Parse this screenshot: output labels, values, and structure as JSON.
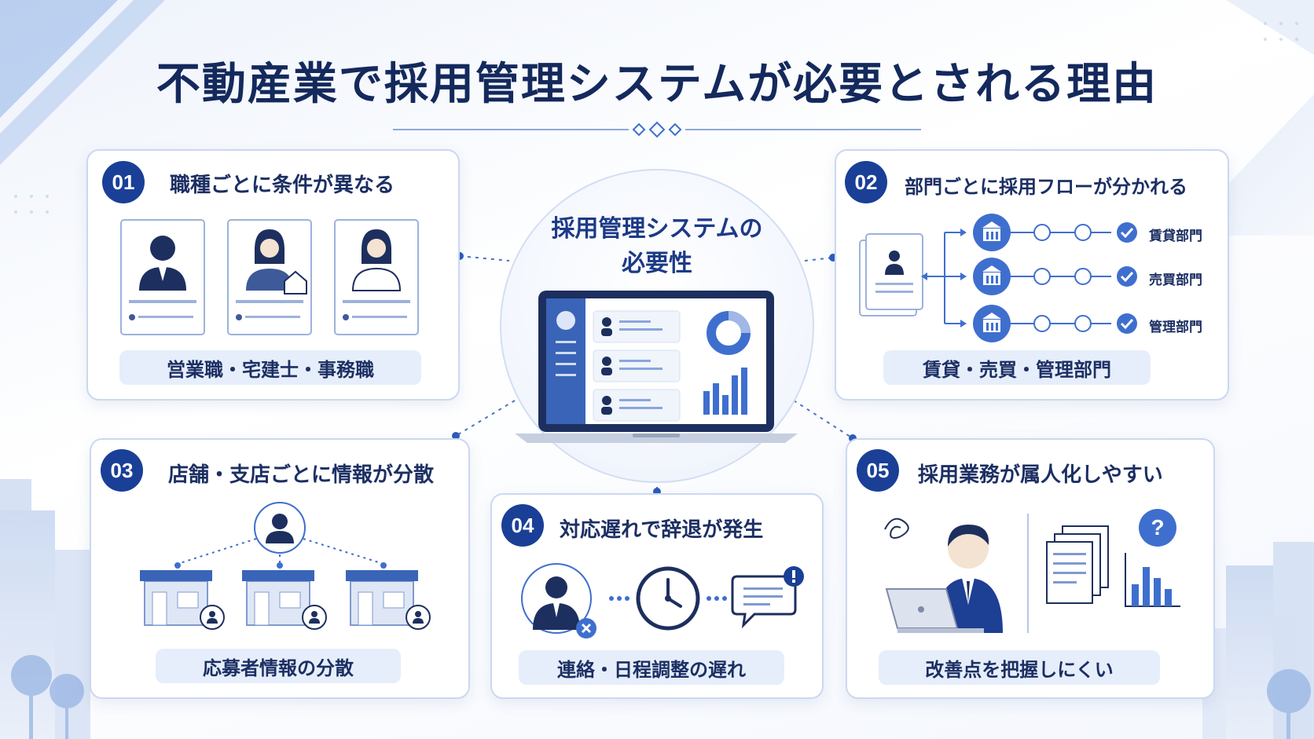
{
  "title": "不動産業で採用管理システムが必要とされる理由",
  "center": {
    "title_line1": "採用管理システムの",
    "title_line2": "必要性"
  },
  "cards": [
    {
      "number": "01",
      "heading": "職種ごとに条件が異なる",
      "pill": "営業職・宅建士・事務職"
    },
    {
      "number": "02",
      "heading": "部門ごとに採用フローが分かれる",
      "pill": "賃貸・売買・管理部門",
      "departments": [
        "賃貸部門",
        "売買部門",
        "管理部門"
      ]
    },
    {
      "number": "03",
      "heading": "店舗・支店ごとに情報が分散",
      "pill": "応募者情報の分散"
    },
    {
      "number": "04",
      "heading": "対応遅れで辞退が発生",
      "pill": "連絡・日程調整の遅れ"
    },
    {
      "number": "05",
      "heading": "採用業務が属人化しやすい",
      "pill": "改善点を把握しにくい"
    }
  ],
  "icons": {
    "card1": [
      "businessman-resume-icon",
      "woman-realtor-resume-icon",
      "woman-clerk-resume-icon"
    ],
    "card2": [
      "resume-document-icon",
      "building-icon",
      "check-circle-icon"
    ],
    "card3": [
      "manager-icon",
      "store-icon",
      "applicant-icon"
    ],
    "card4": [
      "candidate-cancel-icon",
      "clock-icon",
      "message-alert-icon"
    ],
    "card5": [
      "confused-worker-laptop-icon",
      "documents-icon",
      "question-icon",
      "bar-chart-icon"
    ],
    "center": [
      "laptop-dashboard-icon"
    ]
  },
  "colors": {
    "primary": "#1a3f97",
    "accent": "#3f6fce",
    "light": "#e6eefb",
    "border": "#cbd8ef",
    "text": "#1c2f63"
  }
}
